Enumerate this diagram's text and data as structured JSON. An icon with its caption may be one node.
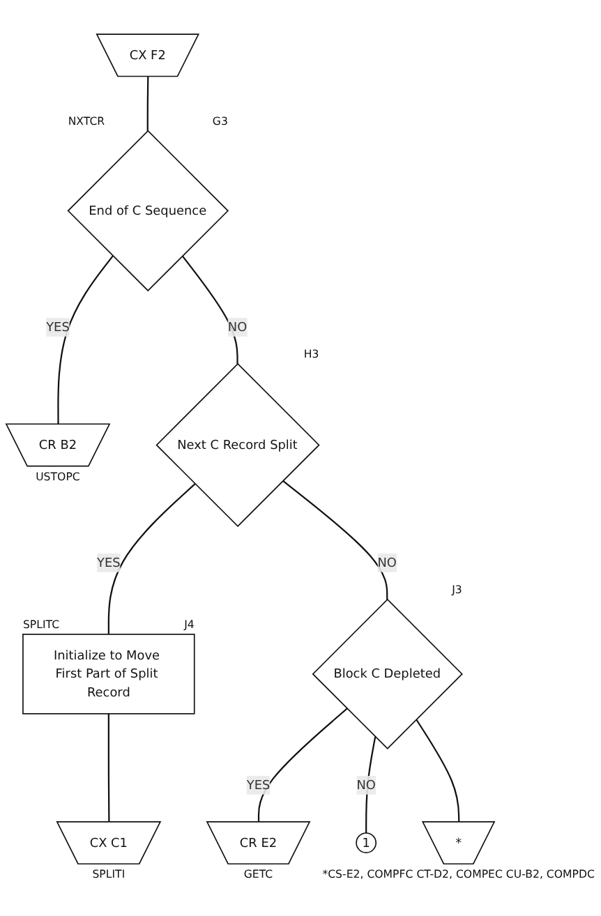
{
  "diagram": {
    "nodes": [
      {
        "text": [
          "CX F2"
        ]
      },
      {
        "text": [
          "End of C Sequence"
        ],
        "beside": [
          "NXTCR",
          "G3"
        ]
      },
      {
        "text": [
          "CR B2"
        ],
        "beside": [
          "USTOPC"
        ]
      },
      {
        "text": [
          "Next C Record Split"
        ],
        "beside": [
          "H3"
        ]
      },
      {
        "text": [
          "Block C Depleted"
        ],
        "beside": [
          "J3"
        ]
      },
      {
        "text": [
          "CR E2"
        ],
        "beside": [
          "GETC"
        ]
      },
      {
        "text": [
          "Initialize to Move First Part of Split Record"
        ],
        "beside": [
          "SPLITC",
          "J4"
        ]
      },
      {
        "text": [
          "CX C1"
        ],
        "beside": [
          "SPLITI"
        ]
      },
      {
        "text": [
          "1"
        ]
      },
      {
        "text": [
          "*"
        ],
        "beside": [
          "*CS-E2, COMPFC CT-D2, COMPEC CU-B2, COMPDC"
        ]
      }
    ],
    "edges": [
      {
        "from": 0,
        "to": 1,
        "arrow": "none"
      },
      {
        "from": 1,
        "to": 2,
        "arrow": "none",
        "label": "YES"
      },
      {
        "from": 1,
        "to": 3,
        "arrow": "none",
        "label": "NO"
      },
      {
        "from": 3,
        "to": 6,
        "arrow": "none",
        "label": "YES"
      },
      {
        "from": 3,
        "to": 4,
        "arrow": "none",
        "label": "NO"
      },
      {
        "from": 4,
        "to": 5,
        "arrow": "none",
        "label": "YES"
      },
      {
        "from": 4,
        "to": 8,
        "arrow": "none",
        "label": "NO"
      },
      {
        "from": 4,
        "to": 9,
        "arrow": "none"
      },
      {
        "from": 6,
        "to": 7,
        "arrow": "none"
      }
    ]
  }
}
